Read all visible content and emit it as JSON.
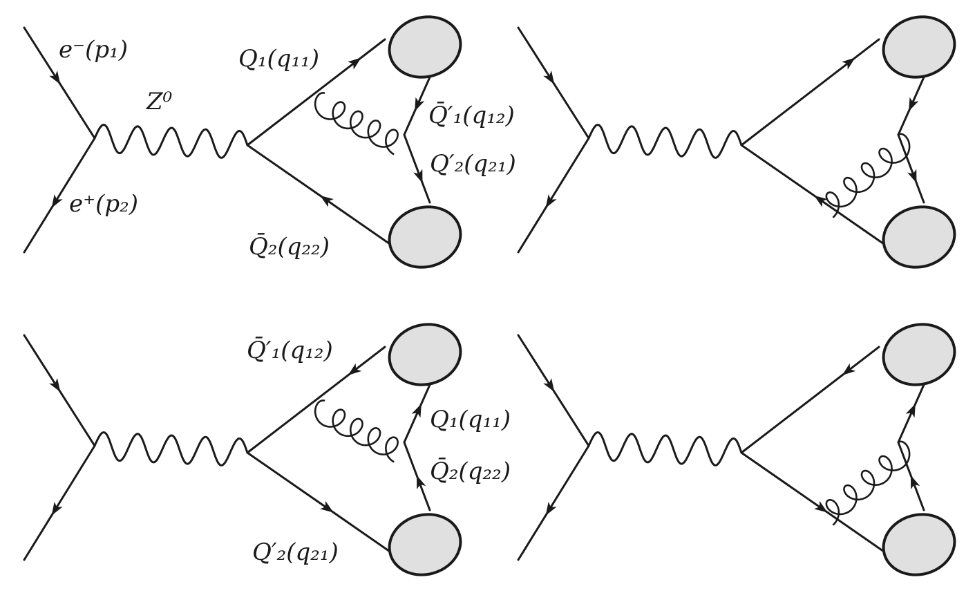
{
  "colors": {
    "line": "#1a1a1a",
    "blob_fill": "#e0e0e0"
  },
  "labels": {
    "electron": "e⁻(p₁)",
    "positron": "e⁺(p₂)",
    "boson": "Z⁰",
    "q1": "Q₁(q₁₁)",
    "q1bar_prime": "Q̄′₁(q₁₂)",
    "q2_prime": "Q′₂(q₂₁)",
    "q2bar": "Q̄₂(q₂₂)",
    "b_q1bar_prime": "Q̄′₁(q₁₂)",
    "b_q1": "Q₁(q₁₁)",
    "b_q2bar": "Q̄₂(q₂₂)",
    "b_q2_prime": "Q′₂(q₂₁)"
  }
}
